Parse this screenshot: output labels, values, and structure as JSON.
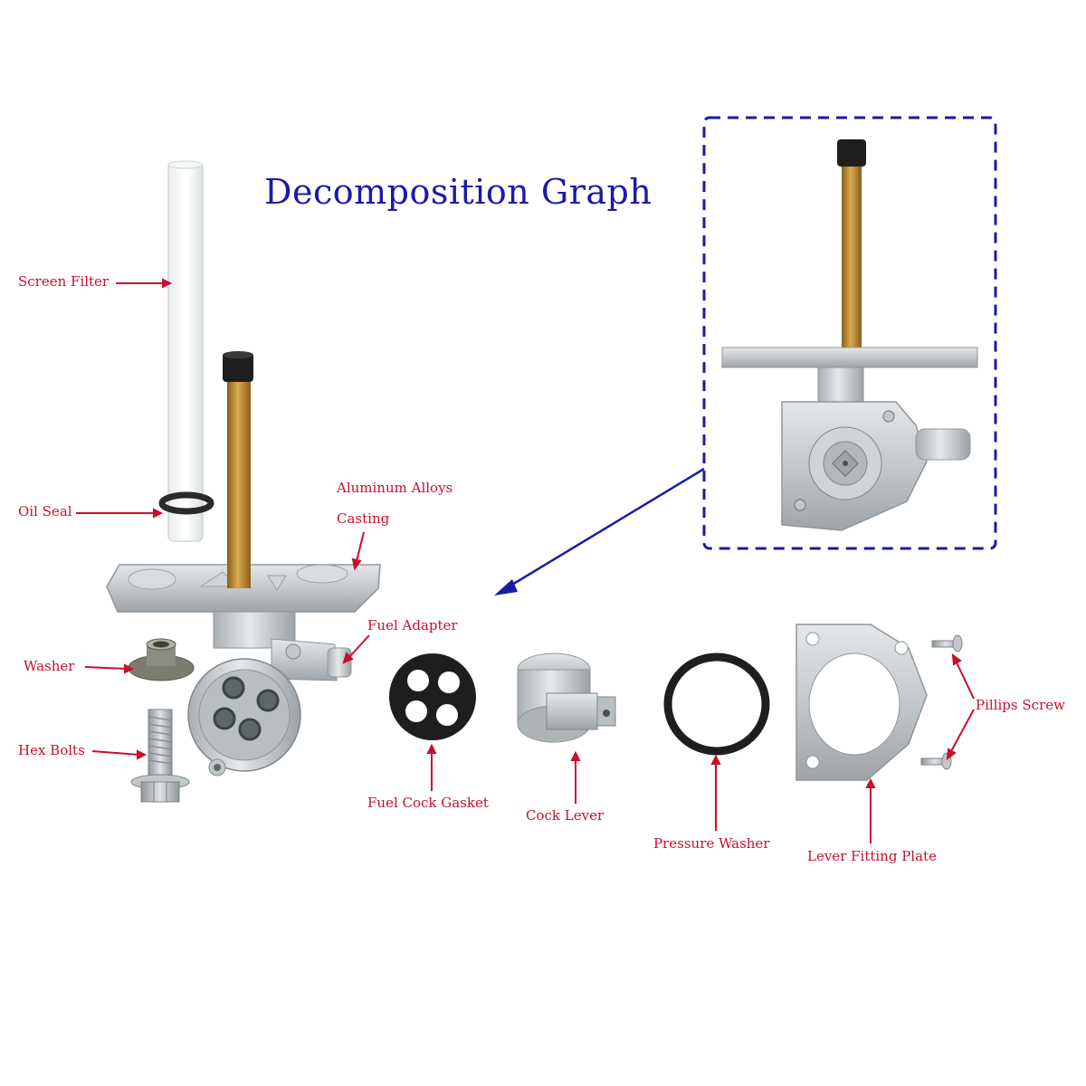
{
  "title": "Decomposition Graph",
  "labels": {
    "screen_filter": "Screen Filter",
    "oil_seal": "Oil Seal",
    "aluminum_alloys": "Aluminum Alloys",
    "casting": "Casting",
    "fuel_adapter": "Fuel Adapter",
    "washer": "Washer",
    "hex_bolts": "Hex Bolts",
    "fuel_cock_gasket": "Fuel Cock Gasket",
    "cock_lever": "Cock Lever",
    "pressure_washer": "Pressure Washer",
    "lever_fitting_plate": "Lever Fitting Plate",
    "pillips_screw": "Pillips Screw"
  },
  "colors": {
    "title": "#1a1aa8",
    "label": "#c8102e",
    "leader": "#c8102e",
    "inset_border": "#1a1aa8",
    "metal": "#c7cbce",
    "brass": "#b8862e",
    "rubber": "#1e1e1e"
  }
}
